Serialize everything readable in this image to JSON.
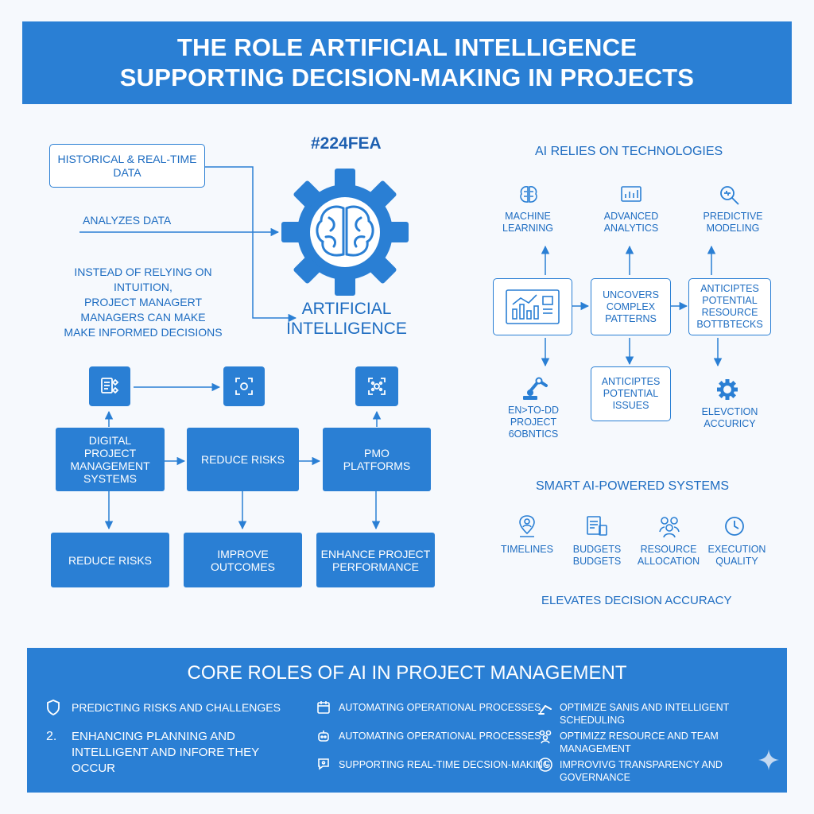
{
  "title": {
    "line1": "THE ROLE ARTIFICIAL INTELLIGENCE",
    "line2": "SUPPORTING DECISION-MAKING IN PROJECTS"
  },
  "colors": {
    "accent": "#2a7fd4",
    "accent_dark": "#1d6cc1",
    "background": "#f6f9fd"
  },
  "center": {
    "hex_label": "#224FEA",
    "ai_label_line1": "ARTIFICIAL",
    "ai_label_line2": "INTELLIGENCE",
    "gear_icon": "brain-gear-icon"
  },
  "left_top": {
    "data_box_line1": "HISTORICAL & REAL-TIME",
    "data_box_line2": "DATA",
    "analyzes": "ANALYZES DATA",
    "intuition_lines": [
      "INSTEAD OF RELYING ON",
      "INTUITION,",
      "PROJECT MANAGERT",
      "MANAGERS CAN MAKE",
      "MAKE INFORMED DECISIONS"
    ]
  },
  "left_flow": {
    "row1": [
      {
        "label_lines": [
          "DIGITAL",
          "PROJECT",
          "MANAGEMENT",
          "SYSTEMS"
        ],
        "icon": "document-icon"
      },
      {
        "label_lines": [
          "REDUCE RISKS"
        ],
        "icon": "scan-face-icon"
      },
      {
        "label_lines": [
          "PMO",
          "PLATFORMS"
        ],
        "icon": "network-icon"
      }
    ],
    "row2": [
      {
        "label_lines": [
          "REDUCE RISKS"
        ]
      },
      {
        "label_lines": [
          "IMPROVE",
          "OUTCOMES"
        ]
      },
      {
        "label_lines": [
          "ENHANCE PROJECT",
          "PERFORMANCE"
        ]
      }
    ]
  },
  "right_tech": {
    "heading": "AI RELIES ON TECHNOLOGIES",
    "techs": [
      {
        "label_lines": [
          "MACHINE",
          "LEARNING"
        ],
        "icon": "brain-icon"
      },
      {
        "label_lines": [
          "ADVANCED",
          "ANALYTICS"
        ],
        "icon": "analytics-chart-icon"
      },
      {
        "label_lines": [
          "PREDICTIVE",
          "MODELING"
        ],
        "icon": "magnifier-icon"
      }
    ],
    "middle": [
      {
        "label_lines": [],
        "icon": "dashboard-chart-icon"
      },
      {
        "label_lines": [
          "UNCOVERS",
          "COMPLEX",
          "PATTERNS"
        ]
      },
      {
        "label_lines": [
          "ANTICIPTES",
          "POTENTIAL",
          "RESOURCE",
          "BOTTBTECKS"
        ]
      }
    ],
    "bottom": [
      {
        "label_lines": [
          "EN>TO-DD",
          "PROJECT 6OBNTICS"
        ],
        "icon": "robot-arm-icon"
      },
      {
        "label_lines": [
          "ANTICIPTES",
          "POTENTIAL",
          "ISSUES"
        ]
      },
      {
        "label_lines": [
          "ELEVCTION",
          "ACCURICY"
        ],
        "icon": "gear-icon"
      }
    ]
  },
  "smart": {
    "heading": "SMART AI-POWERED SYSTEMS",
    "items": [
      {
        "label_lines": [
          "TIMELINES"
        ],
        "icon": "person-pin-icon"
      },
      {
        "label_lines": [
          "BUDGETS",
          "BUDGETS"
        ],
        "icon": "budget-document-icon"
      },
      {
        "label_lines": [
          "RESOURCE",
          "ALLOCATION"
        ],
        "icon": "team-icon"
      },
      {
        "label_lines": [
          "EXECUTION",
          "QUALITY"
        ],
        "icon": "clock-icon"
      }
    ],
    "footer": "ELEVATES DECISION ACCURACY"
  },
  "core": {
    "title": "CORE ROLES OF AI IN PROJECT MANAGEMENT",
    "col1": {
      "item1": "PREDICTING RISKS AND CHALLENGES",
      "item2_number": "2.",
      "item2_lines": [
        "ENHANCING PLANNING AND",
        "INTELLIGENT AND INFORE THEY",
        "OCCUR"
      ]
    },
    "col2": [
      {
        "text": "AUTOMATING OPERATIONAL PROCESSES",
        "icon": "calendar-icon"
      },
      {
        "text": "AUTOMATING OPERATIONAL PROCESSES",
        "icon": "robot-icon"
      },
      {
        "text": "SUPPORTING REAL-TIME DECSION-MAKING",
        "icon": "chat-icon"
      }
    ],
    "col3": [
      {
        "text": "OPTIMIZE SANIS AND INTELLIGENT SCHEDULING",
        "icon": "robot-arm-icon"
      },
      {
        "text": "OPTIMIZZ RESOURCE AND TEAM MANAGEMENT",
        "icon": "team-icon"
      },
      {
        "text": "IMPROVIVG TRANSPARENCY AND GOVERNANCE",
        "icon": "clock-icon"
      }
    ]
  }
}
